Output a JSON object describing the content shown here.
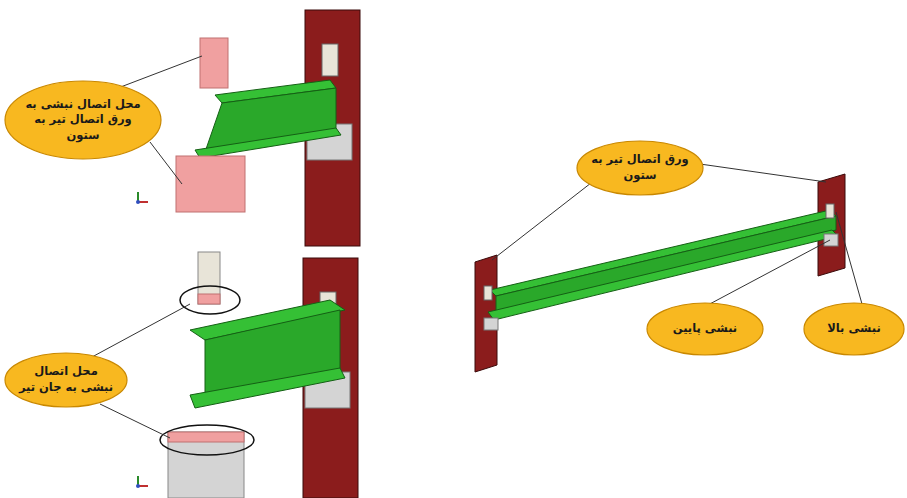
{
  "diagram": {
    "nodes": [
      {
        "text": [
          "محل اتصال نبشی به ورق اتصال تیر به ستون"
        ]
      },
      {
        "text": [
          "محل اتصال نبشی به جان تیر"
        ]
      },
      {
        "text": [
          "ورق اتصال تیر به ستون"
        ]
      },
      {
        "text": [
          "نبشی پایین"
        ]
      },
      {
        "text": [
          "نبشی بالا"
        ]
      }
    ]
  }
}
